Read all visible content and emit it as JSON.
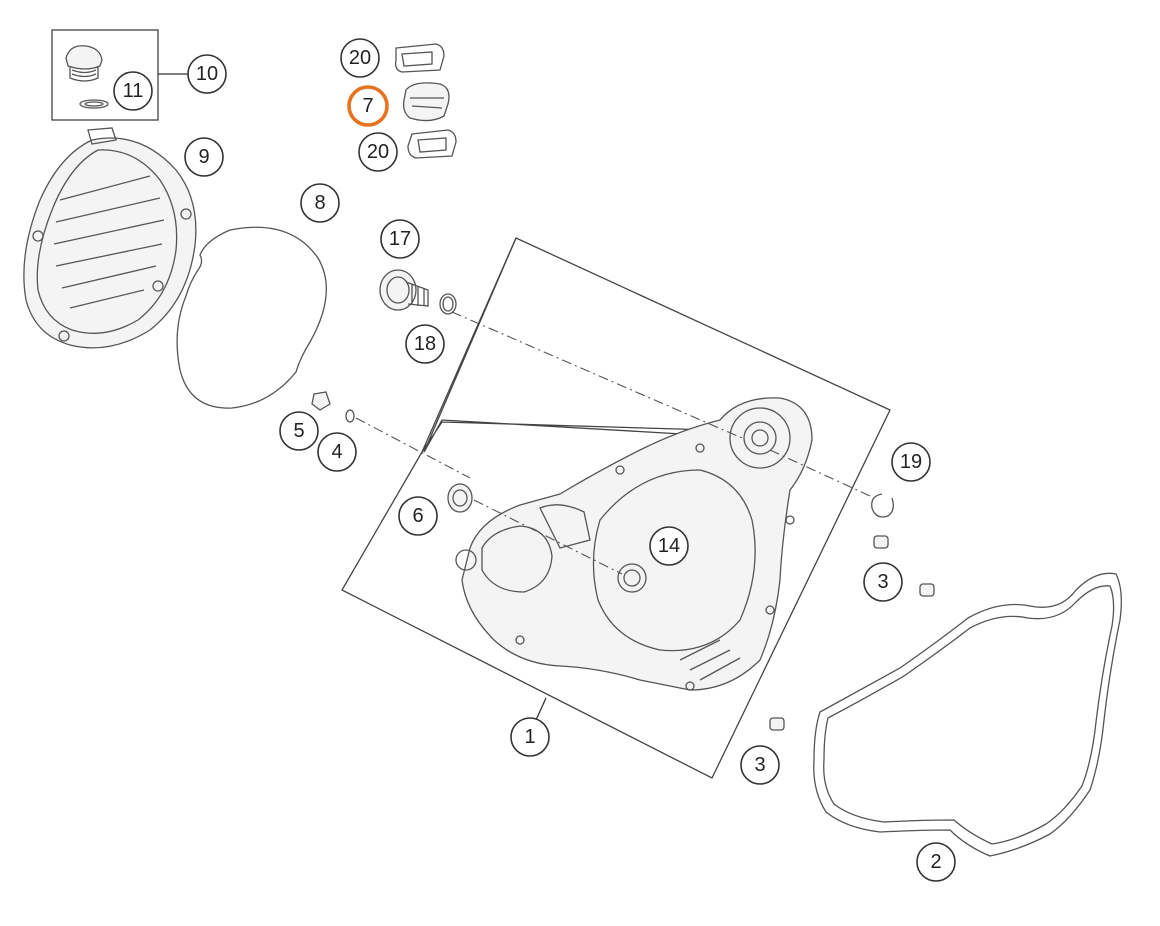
{
  "callouts": [
    {
      "id": "c1",
      "label": "1"
    },
    {
      "id": "c2",
      "label": "2"
    },
    {
      "id": "c3a",
      "label": "3"
    },
    {
      "id": "c3b",
      "label": "3"
    },
    {
      "id": "c4",
      "label": "4"
    },
    {
      "id": "c5",
      "label": "5"
    },
    {
      "id": "c6",
      "label": "6"
    },
    {
      "id": "c7",
      "label": "7",
      "highlight": true
    },
    {
      "id": "c8",
      "label": "8"
    },
    {
      "id": "c9",
      "label": "9"
    },
    {
      "id": "c10",
      "label": "10"
    },
    {
      "id": "c11",
      "label": "11"
    },
    {
      "id": "c14",
      "label": "14"
    },
    {
      "id": "c17",
      "label": "17"
    },
    {
      "id": "c18",
      "label": "18"
    },
    {
      "id": "c19",
      "label": "19"
    },
    {
      "id": "c20a",
      "label": "20"
    },
    {
      "id": "c20b",
      "label": "20"
    }
  ],
  "colors": {
    "highlight": "#e8731f",
    "line": "#444444",
    "background": "#ffffff"
  }
}
